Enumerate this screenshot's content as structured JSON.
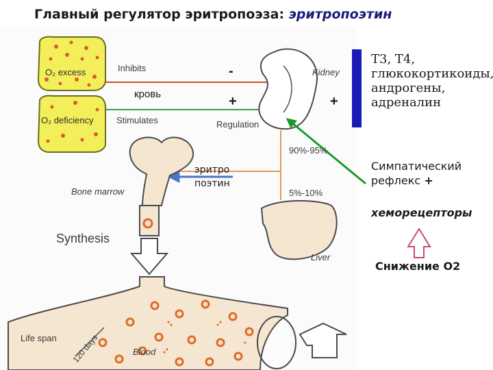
{
  "title": {
    "prefix": "Главный регулятор эритропоэза:",
    "emphasis": "эритропоэтин"
  },
  "boxes": {
    "excess": "O₂ excess",
    "deficiency": "O₂ deficiency"
  },
  "labels": {
    "inhibits": "Inhibits",
    "stimulates": "Stimulates",
    "blood_ru": "кровь",
    "regulation": "Regulation",
    "kidney": "Kidney",
    "pct_kidney": "90%-95%",
    "pct_liver": "5%-10%",
    "liver": "Liver",
    "epo": "эритро\nпоэтин",
    "bone_marrow": "Bone marrow",
    "synthesis": "Synthesis",
    "life_span": "Life span",
    "days": "120 days",
    "blood": "Blood",
    "minus": "-",
    "plus_left": "+",
    "plus_right": "+"
  },
  "side": {
    "hormones": "Т3, Т4,\nглюкокортикоиды,\nандрогены,\nадреналин",
    "reflex": "Симпатический\nрефлекс",
    "reflex_plus": "+",
    "chemo": "хеморецепторы",
    "o2_drop": "Снижение О2"
  },
  "colors": {
    "box_fill": "#f2ef5a",
    "inhibit_line": "#c8502a",
    "stimulate_line": "#3e9a47",
    "epo_arrow": "#4a74c8",
    "green_arrow": "#1a9a2a",
    "blue_bar": "#1a1ab8",
    "tan_fill": "#f4e6d0",
    "cell_ring": "#e06a26"
  }
}
